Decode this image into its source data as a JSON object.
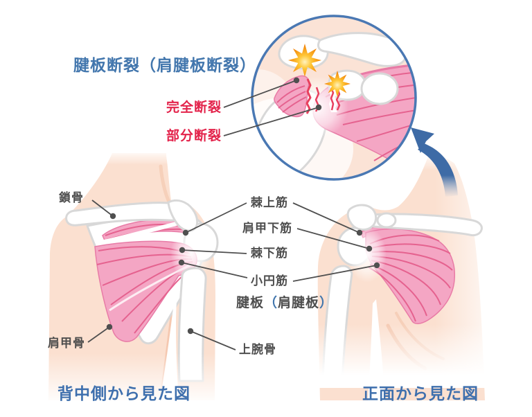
{
  "title": {
    "text": "腱板断裂（肩腱板断裂）"
  },
  "inset_labels": {
    "complete_tear": "完全断裂",
    "partial_tear": "部分断裂"
  },
  "anatomy_labels": {
    "clavicle": "鎖骨",
    "scapula": "肩甲骨",
    "supraspinatus": "棘上筋",
    "subscapularis": "肩甲下筋",
    "infraspinatus": "棘下筋",
    "teres_minor": "小円筋",
    "humerus": "上腕骨",
    "rotator_cuff": {
      "base": "腱板",
      "paren_open": "（",
      "inner": "肩腱板",
      "paren_close": "）"
    }
  },
  "captions": {
    "back_view": "背中側から見た図",
    "front_view": "正面から見た図"
  },
  "icons": {
    "zoom_arrow": "curved-arrow-icon",
    "tear_bursts": "burst-icon"
  },
  "colors": {
    "accent_blue": "#4276ad",
    "alert_red": "#e3234b",
    "label_gray": "#4d4d4d",
    "skin": "#fbe0d0",
    "muscle_pink": "#f4a6c4",
    "muscle_fiber": "#e5628f",
    "bone_outline": "#d8d8d8",
    "circle_border": "#4a78b3",
    "arrow_blue": "#3e6ba6",
    "burst_orange": "#f07800",
    "torn_edge_red": "#e8405e"
  }
}
